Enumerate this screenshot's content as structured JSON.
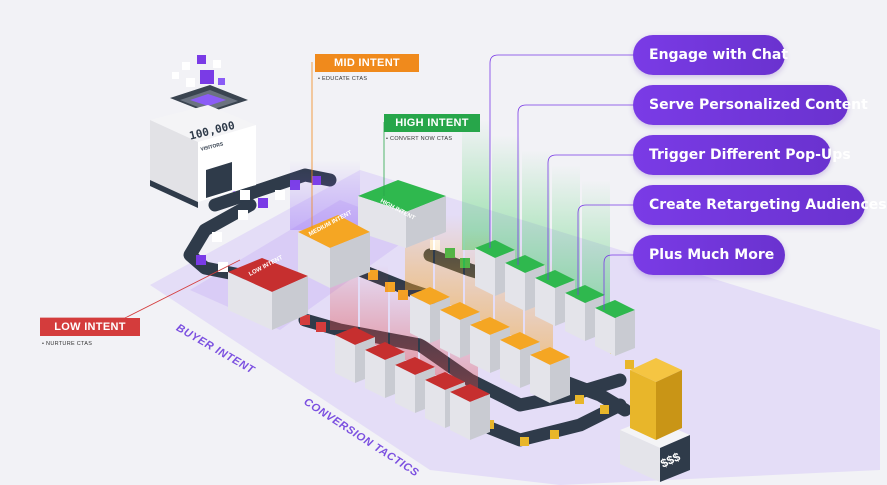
{
  "source": {
    "count": "100,000",
    "sub": "VISITORS"
  },
  "intents": {
    "mid": {
      "tag": "MID INTENT",
      "sub": "• EDUCATE CTAS",
      "color": "#f08a1c",
      "machine": "MEDIUM INTENT"
    },
    "high": {
      "tag": "HIGH INTENT",
      "sub": "• CONVERT NOW CTAS",
      "color": "#27a64a",
      "machine": "HIGH INTENT"
    },
    "low": {
      "tag": "LOW INTENT",
      "sub": "• NURTURE CTAS",
      "color": "#d43c3c",
      "machine": "LOW INTENT"
    }
  },
  "axis_labels": {
    "buyer_intent": "BUYER INTENT",
    "conversion_tactics": "CONVERSION TACTICS"
  },
  "tactics": [
    "Engage with Chat",
    "Serve Personalized Content",
    "Trigger Different Pop-Ups",
    "Create Retargeting Audiences",
    "Plus Much More"
  ],
  "output": {
    "label": "$$$"
  },
  "colors": {
    "purple": "#7a3be6",
    "green": "#2fb84e",
    "orange": "#f5a623",
    "red": "#d43c3c",
    "gold": "#e8b62a",
    "belt": "#2f3b4a"
  }
}
